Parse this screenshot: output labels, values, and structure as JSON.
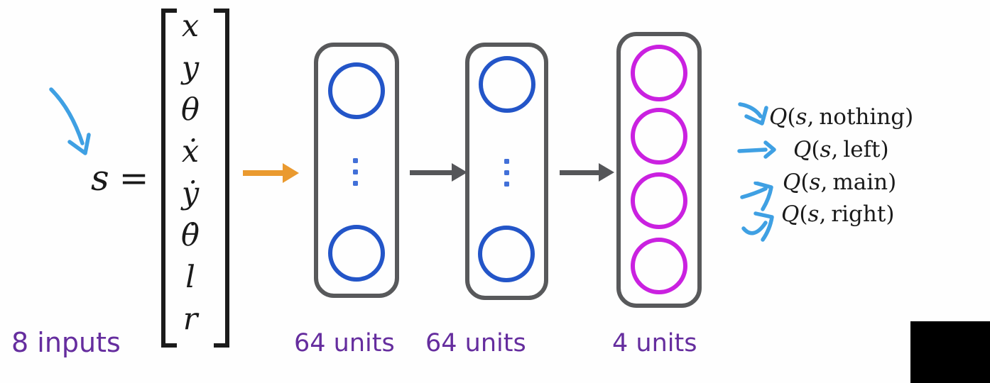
{
  "state": {
    "symbol": "s",
    "equals": "=",
    "vector": [
      "x",
      "y",
      "θ",
      "ẋ",
      "ẏ",
      "θ̇",
      "l",
      "r"
    ]
  },
  "labels": {
    "inputs": "8 inputs",
    "layer1_units": "64 units",
    "layer2_units": "64 units",
    "output_units": "4 units"
  },
  "math": {
    "q": "Q",
    "lparen": "(",
    "s": "s",
    "comma": ",",
    "rparen": ")"
  },
  "outputs": [
    {
      "action": "nothing"
    },
    {
      "action": "left"
    },
    {
      "action": "main"
    },
    {
      "action": "right"
    }
  ],
  "colors": {
    "node_blue": "#2355c8",
    "node_magenta": "#ca21e0",
    "box_gray": "#58595b",
    "arrow_gray": "#555659",
    "arrow_orange": "#ea9a2f",
    "hand_arrow_blue": "#3fa0e3",
    "label_purple": "#652d9e",
    "panel_black": "#000000"
  }
}
